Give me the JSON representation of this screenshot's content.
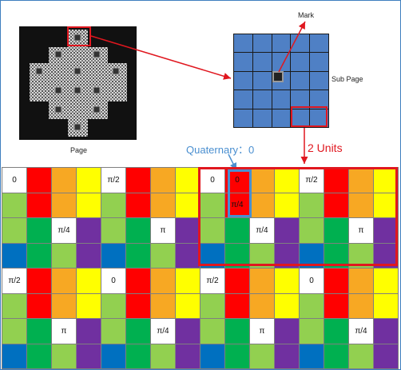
{
  "labels": {
    "page": "Page",
    "mark": "Mark",
    "sub_page": "Sub Page",
    "quaternary": "Quaternary：0",
    "units": "2 Units"
  },
  "colors": {
    "white": "#ffffff",
    "red": "#ff0000",
    "orange": "#f7a823",
    "yellow": "#ffff00",
    "lightgreen": "#92d050",
    "green": "#00b050",
    "blue": "#0070c0",
    "purple": "#7030a0",
    "subpage_blue": "#4f80c5",
    "highlight_red": "#e0171f",
    "highlight_blue": "#4a8fd0"
  },
  "grid": {
    "row_colors": [
      [
        "white",
        "red",
        "orange",
        "yellow",
        "white",
        "red",
        "orange",
        "yellow",
        "white",
        "red",
        "orange",
        "yellow",
        "white",
        "red",
        "orange",
        "yellow"
      ],
      [
        "lightgreen",
        "red",
        "orange",
        "yellow",
        "lightgreen",
        "red",
        "orange",
        "yellow",
        "lightgreen",
        "red",
        "orange",
        "yellow",
        "lightgreen",
        "red",
        "orange",
        "yellow"
      ],
      [
        "lightgreen",
        "green",
        "white",
        "purple",
        "lightgreen",
        "green",
        "white",
        "purple",
        "lightgreen",
        "green",
        "white",
        "purple",
        "lightgreen",
        "green",
        "white",
        "purple"
      ],
      [
        "blue",
        "green",
        "lightgreen",
        "purple",
        "blue",
        "green",
        "lightgreen",
        "purple",
        "blue",
        "green",
        "lightgreen",
        "purple",
        "blue",
        "green",
        "lightgreen",
        "purple"
      ],
      [
        "white",
        "red",
        "orange",
        "yellow",
        "white",
        "red",
        "orange",
        "yellow",
        "white",
        "red",
        "orange",
        "yellow",
        "white",
        "red",
        "orange",
        "yellow"
      ],
      [
        "lightgreen",
        "red",
        "orange",
        "yellow",
        "lightgreen",
        "red",
        "orange",
        "yellow",
        "lightgreen",
        "red",
        "orange",
        "yellow",
        "lightgreen",
        "red",
        "orange",
        "yellow"
      ],
      [
        "lightgreen",
        "green",
        "white",
        "purple",
        "lightgreen",
        "green",
        "white",
        "purple",
        "lightgreen",
        "green",
        "white",
        "purple",
        "lightgreen",
        "green",
        "white",
        "purple"
      ],
      [
        "blue",
        "green",
        "lightgreen",
        "purple",
        "blue",
        "green",
        "lightgreen",
        "purple",
        "blue",
        "green",
        "lightgreen",
        "purple",
        "blue",
        "green",
        "lightgreen",
        "purple"
      ]
    ],
    "texts": [
      [
        "0",
        "",
        "",
        "",
        "π/2",
        "",
        "",
        "",
        "0",
        "0",
        "",
        "",
        "π/2",
        "",
        "",
        ""
      ],
      [
        "",
        "",
        "",
        "",
        "",
        "",
        "",
        "",
        "",
        "π/4",
        "",
        "",
        "",
        "",
        "",
        ""
      ],
      [
        "",
        "",
        "π/4",
        "",
        "",
        "",
        "π",
        "",
        "",
        "",
        "π/4",
        "",
        "",
        "",
        "π",
        ""
      ],
      [
        "",
        "",
        "",
        "",
        "",
        "",
        "",
        "",
        "",
        "",
        "",
        "",
        "",
        "",
        "",
        ""
      ],
      [
        "π/2",
        "",
        "",
        "",
        "0",
        "",
        "",
        "",
        "π/2",
        "",
        "",
        "",
        "0",
        "",
        "",
        ""
      ],
      [
        "",
        "",
        "",
        "",
        "",
        "",
        "",
        "",
        "",
        "",
        "",
        "",
        "",
        "",
        "",
        ""
      ],
      [
        "",
        "",
        "π",
        "",
        "",
        "",
        "π/4",
        "",
        "",
        "",
        "π",
        "",
        "",
        "",
        "π/4",
        ""
      ],
      [
        "",
        "",
        "",
        "",
        "",
        "",
        "",
        "",
        "",
        "",
        "",
        "",
        "",
        "",
        "",
        ""
      ]
    ],
    "cell_overrides": {
      "0-9": "red"
    }
  }
}
